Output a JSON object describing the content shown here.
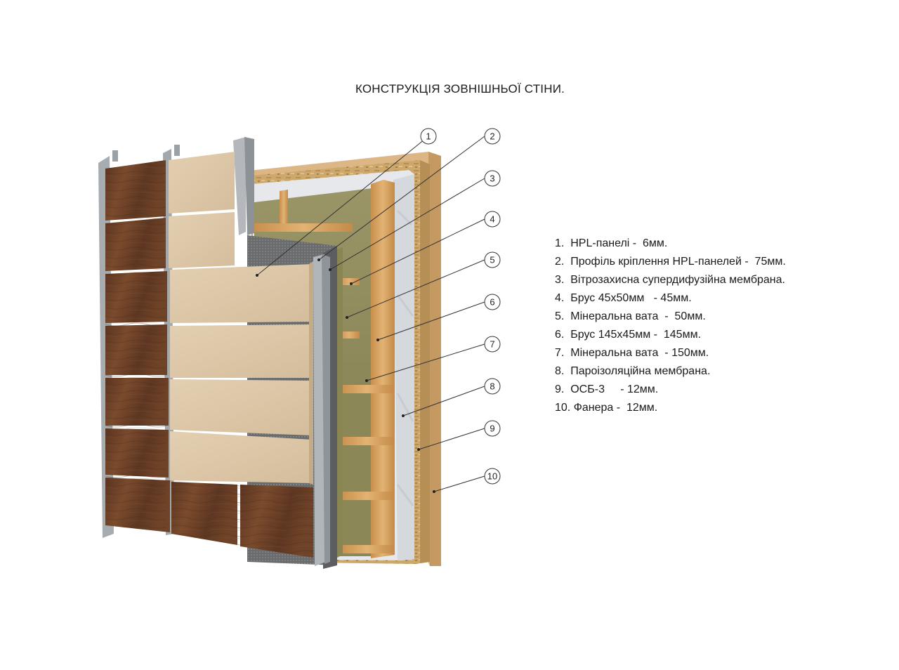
{
  "title": "КОНСТРУКЦІЯ ЗОВНІШНЬОЇ СТІНИ.",
  "callouts": [
    "1",
    "2",
    "3",
    "4",
    "5",
    "6",
    "7",
    "8",
    "9",
    "10"
  ],
  "legend": [
    "1.  HPL-панелі -  6мм.",
    "2.  Профіль кріплення HPL-панелей -  75мм.",
    "3.  Вітрозахисна супердифузійна мембрана.",
    "4.  Брус 45х50мм   - 45мм.",
    "5.  Мінеральна вата  -  50мм.",
    "6.  Брус 145х45мм -  145мм.",
    "7.  Мінеральна вата  - 150мм.",
    "8.  Пароізоляційна мембрана.",
    "9.  ОСБ-3     - 12мм.",
    "10. Фанера -  12мм."
  ],
  "colors": {
    "walnut": "#6b4128",
    "beige_panel": "#dcc7a9",
    "profile_metal": "#9ea3a8",
    "membrane_grey": "#6d6e70",
    "mineral_wool": "#8d8a58",
    "timber": "#d9a866",
    "vapor_membrane": "#e4e6e9",
    "osb": "#c9a56a",
    "plywood": "#d8b27e"
  }
}
